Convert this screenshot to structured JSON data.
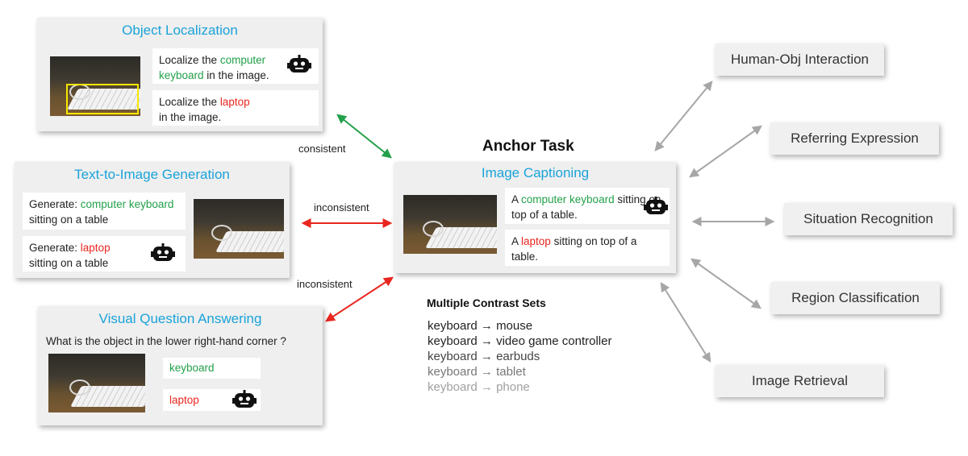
{
  "anchor": {
    "title": "Anchor Task",
    "panel_title": "Image Captioning",
    "captions": [
      {
        "pre": "A ",
        "hl": "computer keyboard",
        "post": " sitting on top of a table."
      },
      {
        "pre": "A ",
        "hl": "laptop",
        "post": " sitting on top of a table."
      }
    ]
  },
  "object_localization": {
    "title": "Object Localization",
    "prompts": [
      {
        "pre": "Localize the ",
        "hl": "computer keyboard",
        "post": " in the image."
      },
      {
        "pre": "Localize the ",
        "hl": "laptop",
        "post": " in the image."
      }
    ]
  },
  "text_to_image": {
    "title": "Text-to-Image Generation",
    "prompts": [
      {
        "pre": "Generate: ",
        "hl": "computer keyboard",
        "post": " sitting on a table"
      },
      {
        "pre": "Generate: ",
        "hl": "laptop",
        "post": " sitting on a table"
      }
    ]
  },
  "vqa": {
    "title": "Visual Question Answering",
    "question": "What is the object in the lower right-hand corner ?",
    "answers": [
      "keyboard",
      "laptop"
    ]
  },
  "edges": {
    "localization": "consistent",
    "text_to_image": "inconsistent",
    "vqa": "inconsistent"
  },
  "contrast_sets": {
    "title": "Multiple Contrast Sets",
    "items": [
      {
        "from": "keyboard",
        "arrow": "→",
        "to": "mouse"
      },
      {
        "from": "keyboard",
        "arrow": "→",
        "to": "video game controller"
      },
      {
        "from": "keyboard",
        "arrow": "→",
        "to": "earbuds"
      },
      {
        "from": "keyboard",
        "arrow": "→",
        "to": "tablet"
      },
      {
        "from": "keyboard",
        "arrow": "→",
        "to": "phone"
      }
    ]
  },
  "related_tasks": [
    "Human-Obj Interaction",
    "Referring Expression",
    "Situation Recognition",
    "Region Classification",
    "Image Retrieval"
  ],
  "colors": {
    "title_blue": "#1aa3d9",
    "consistent_green": "#22a04a",
    "inconsistent_red": "#e8261f",
    "arrow_gray": "#a6a6a6",
    "robot": "#111111"
  }
}
